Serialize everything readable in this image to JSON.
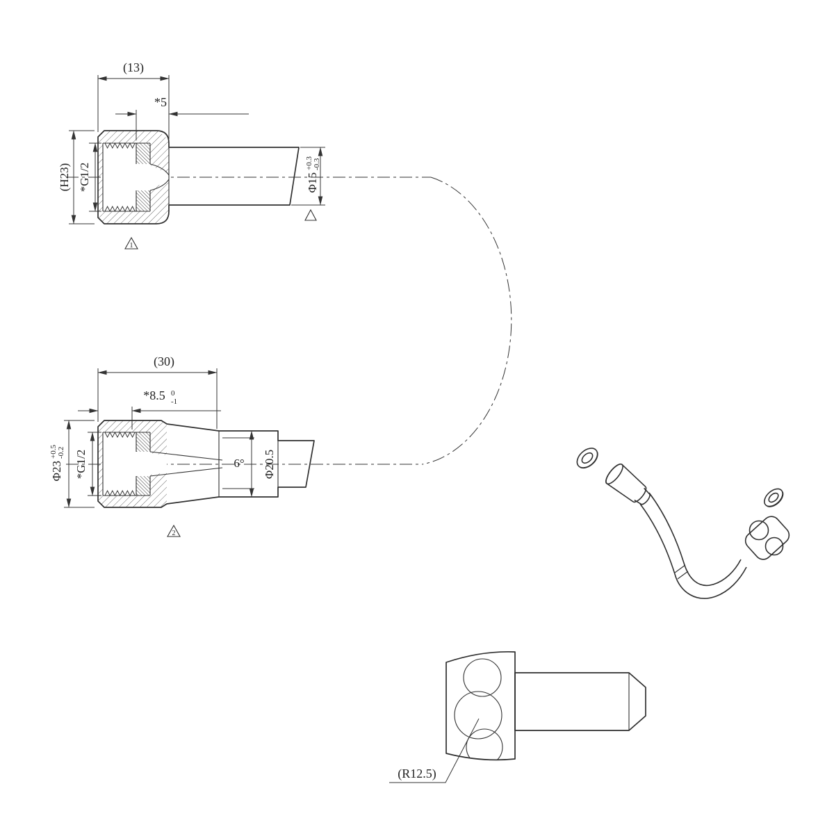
{
  "drawing": {
    "background": "#ffffff",
    "line_color": "#2f2f2f"
  },
  "views": {
    "top_section": {
      "length_overall": "(13)",
      "thread_depth": "*5",
      "height": "(H23)",
      "thread_spec": "*G1/2",
      "tube_dia": "Φ15",
      "tube_dia_tol_upper": "+0.3",
      "tube_dia_tol_lower": "-0.3",
      "finish_flag": "1"
    },
    "middle_section": {
      "length_overall": "(30)",
      "depth": "*8.5",
      "depth_tol_upper": "0",
      "depth_tol_lower": "-1",
      "outer_dia": "Φ23",
      "outer_dia_tol_upper": "+0.5",
      "outer_dia_tol_lower": "-0.2",
      "thread_spec": "*G1/2",
      "cone_angle": "6°",
      "body_dia": "Φ20.5",
      "finish_flag": "2"
    },
    "elbow_view": {
      "radius_label": "(R12.5)"
    }
  }
}
